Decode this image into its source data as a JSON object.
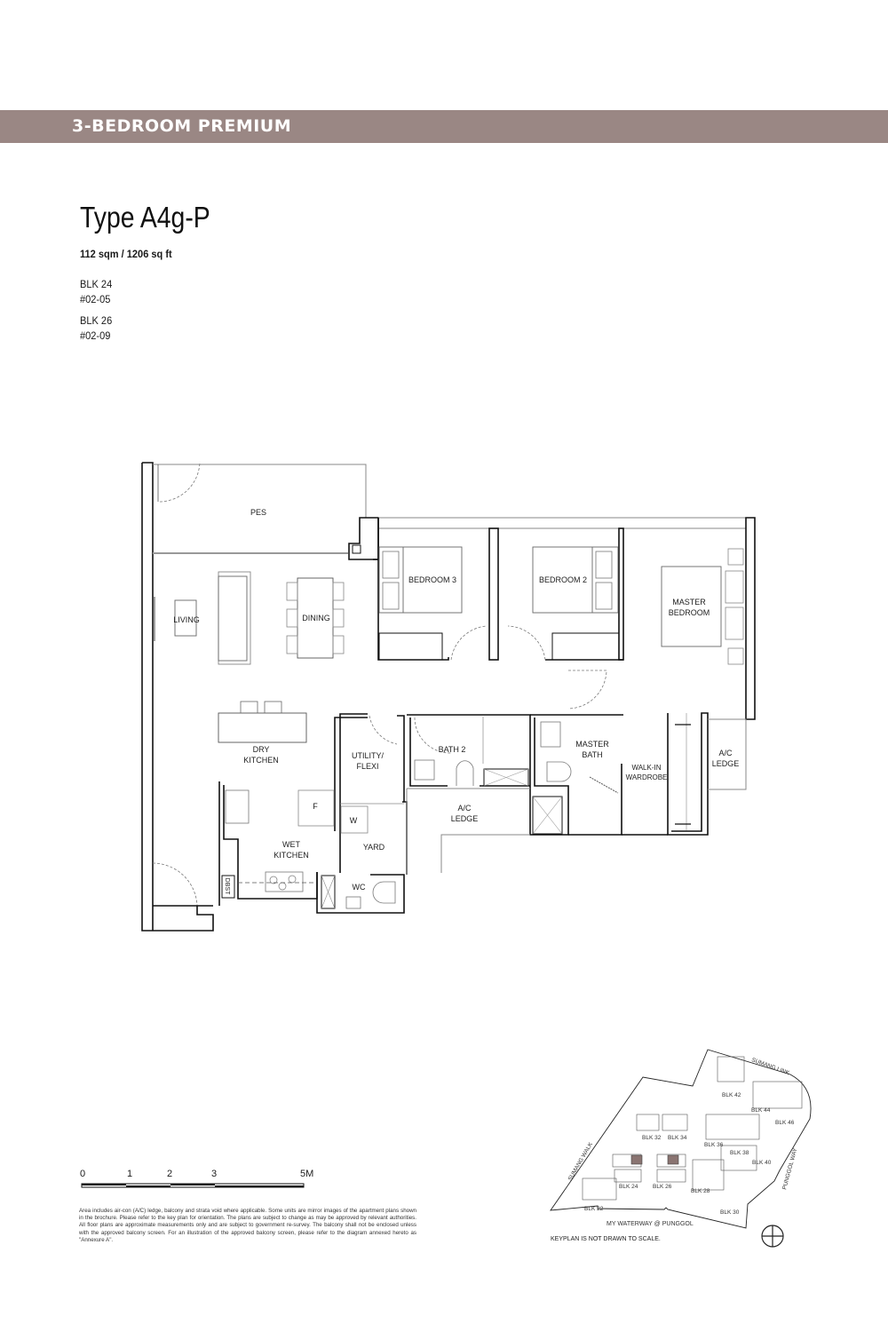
{
  "banner": {
    "title": "3-BEDROOM PREMIUM",
    "color": "#9a8784"
  },
  "unit": {
    "type": "Type A4g-P",
    "area": "112 sqm / 1206 sq ft",
    "blocks": [
      {
        "block": "BLK 24",
        "unit": "#02-05"
      },
      {
        "block": "BLK 26",
        "unit": "#02-09"
      }
    ]
  },
  "floorplan": {
    "rooms": {
      "pes": "PES",
      "living": "LIVING",
      "dining": "DINING",
      "bedroom3": "BEDROOM 3",
      "bedroom2": "BEDROOM 2",
      "master_bedroom_1": "MASTER",
      "master_bedroom_2": "BEDROOM",
      "dry_kitchen_1": "DRY",
      "dry_kitchen_2": "KITCHEN",
      "utility_1": "UTILITY/",
      "utility_2": "FLEXI",
      "bath2": "BATH 2",
      "master_bath_1": "MASTER",
      "master_bath_2": "BATH",
      "walkin_1": "WALK-IN",
      "walkin_2": "WARDROBE",
      "ac_ledge_right_1": "A/C",
      "ac_ledge_right_2": "LEDGE",
      "ac_ledge_center_1": "A/C",
      "ac_ledge_center_2": "LEDGE",
      "fridge": "F",
      "washer": "W",
      "wet_kitchen_1": "WET",
      "wet_kitchen_2": "KITCHEN",
      "yard": "YARD",
      "wc": "WC",
      "dbst": "DBST"
    }
  },
  "scale_bar": {
    "labels": [
      "0",
      "1",
      "2",
      "3",
      "5M"
    ]
  },
  "disclaimer": "Area includes air-con (A/C) ledge, balcony and strata void where applicable. Some units are mirror images of the apartment plans shown in the brochure. Please refer to the key plan for orientation. The plans are subject to change as may be approved by relevant authorities. All floor plans are approximate measurements only and are subject to government re-survey. The balcony shall not be enclosed unless with the approved balcony screen. For an illustration of the approved balcony screen, please refer to the diagram annexed hereto as \"Annexure A\".",
  "keyplan": {
    "roads": {
      "sumang_link": "SUMANG LINK",
      "sumang_walk": "SUMANG WALK",
      "punggol_way": "PUNGGOL WAY",
      "waterway": "MY WATERWAY @ PUNGGOL"
    },
    "blocks": [
      "BLK 22",
      "BLK 24",
      "BLK 26",
      "BLK 28",
      "BLK 30",
      "BLK 32",
      "BLK 34",
      "BLK 36",
      "BLK 38",
      "BLK 40",
      "BLK 42",
      "BLK 44",
      "BLK 46"
    ],
    "highlight_color": "#8a7471",
    "note": "KEYPLAN IS NOT DRAWN TO SCALE."
  }
}
